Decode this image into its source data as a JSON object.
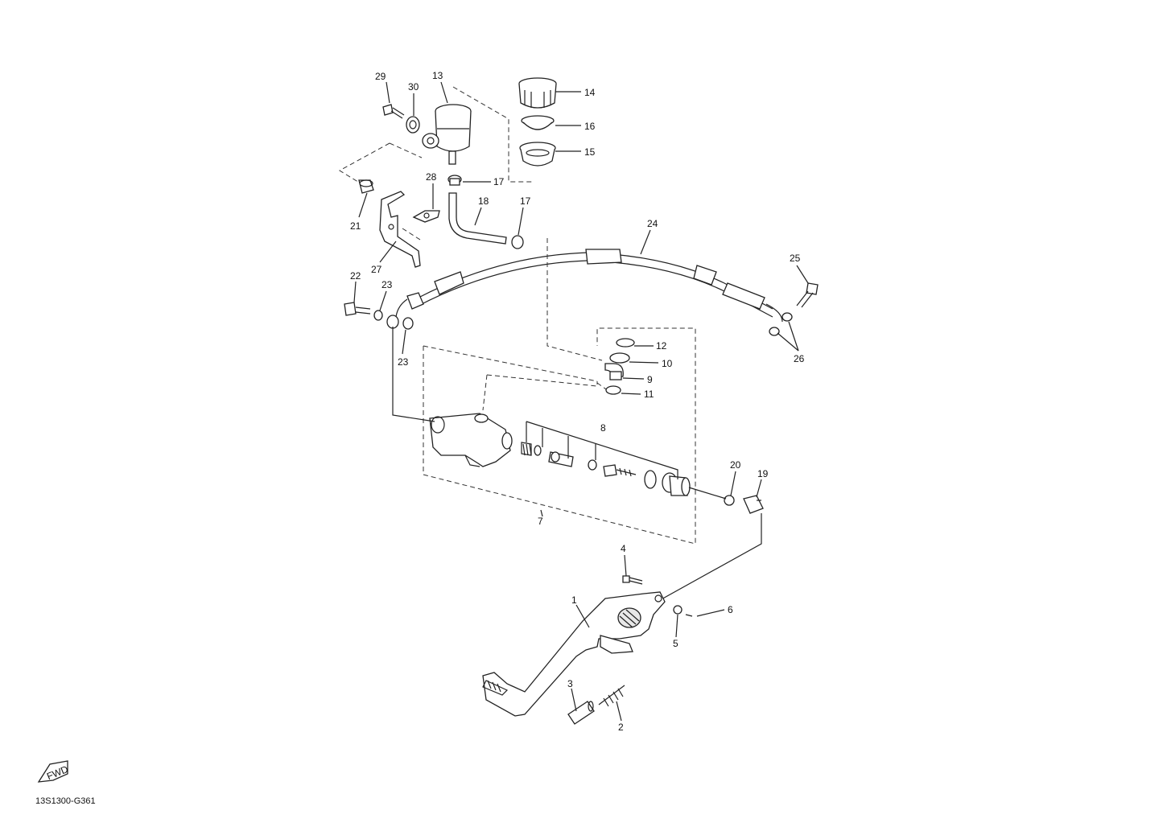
{
  "diagram": {
    "code": "13S1300-G361",
    "fwd_text": "FWD",
    "callouts": [
      "1",
      "2",
      "3",
      "4",
      "5",
      "6",
      "7",
      "8",
      "9",
      "10",
      "11",
      "12",
      "13",
      "14",
      "15",
      "16",
      "17",
      "17",
      "18",
      "19",
      "20",
      "21",
      "22",
      "23",
      "23",
      "24",
      "25",
      "26",
      "27",
      "28",
      "29",
      "30"
    ]
  }
}
